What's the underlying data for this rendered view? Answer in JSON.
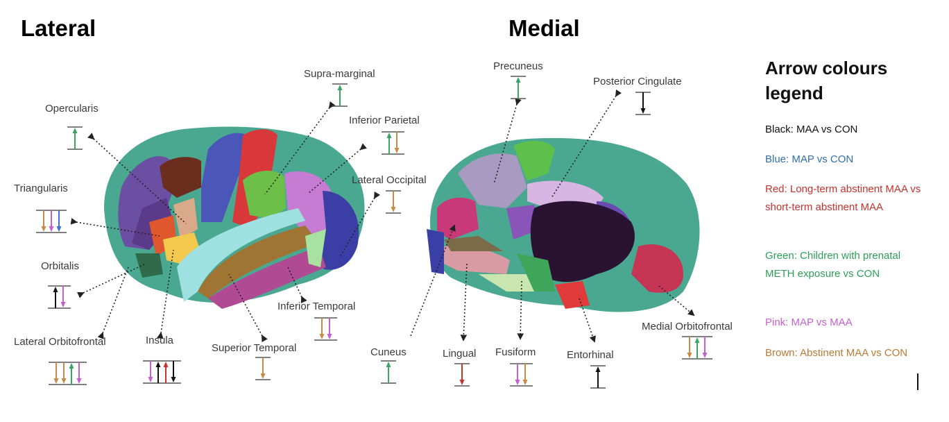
{
  "headings": {
    "lateral": "Lateral",
    "medial": "Medial"
  },
  "legend": {
    "title": "Arrow colours legend",
    "items": [
      {
        "text": "Black: MAA vs CON",
        "color": "#111111"
      },
      {
        "text": "Blue: MAP vs CON",
        "color": "#2f6fb0"
      },
      {
        "text": "Red: Long-term abstinent MAA vs short-term abstinent MAA",
        "color": "#c8312c"
      },
      {
        "text": "Green: Children with prenatal METH exposure vs CON",
        "color": "#2e9e57"
      },
      {
        "text": "Pink: MAP vs MAA",
        "color": "#c65fcf"
      },
      {
        "text": "Brown: Abstinent MAA vs CON",
        "color": "#b97a35"
      }
    ]
  },
  "colors": {
    "black": "#111111",
    "blue": "#3f6fd0",
    "red": "#c8312c",
    "green": "#3aa563",
    "pink": "#c65fcf",
    "brown": "#c98a45"
  },
  "regions": {
    "opercularis": {
      "label": "Opercularis",
      "arrows": [
        [
          "green",
          "up"
        ]
      ]
    },
    "triangularis": {
      "label": "Triangularis",
      "arrows": [
        [
          "brown",
          "down"
        ],
        [
          "pink",
          "down"
        ],
        [
          "blue",
          "down"
        ]
      ]
    },
    "orbitalis": {
      "label": "Orbitalis",
      "arrows": [
        [
          "black",
          "up"
        ],
        [
          "pink",
          "down"
        ]
      ]
    },
    "lateral_orbitofrontal": {
      "label": "Lateral Orbitofrontal",
      "arrows": [
        [
          "brown",
          "down"
        ],
        [
          "brown",
          "down"
        ],
        [
          "green",
          "up"
        ],
        [
          "pink",
          "down"
        ]
      ]
    },
    "insula": {
      "label": "Insula",
      "arrows": [
        [
          "pink",
          "down"
        ],
        [
          "black",
          "up"
        ],
        [
          "red",
          "up"
        ],
        [
          "black",
          "down"
        ]
      ]
    },
    "superior_temporal": {
      "label": "Superior Temporal",
      "arrows": [
        [
          "brown",
          "down"
        ]
      ]
    },
    "inferior_temporal": {
      "label": "Inferior Temporal",
      "arrows": [
        [
          "brown",
          "down"
        ],
        [
          "pink",
          "down"
        ]
      ]
    },
    "supramarginal": {
      "label": "Supra-marginal",
      "arrows": [
        [
          "green",
          "up"
        ]
      ]
    },
    "inferior_parietal": {
      "label": "Inferior Parietal",
      "arrows": [
        [
          "green",
          "up"
        ],
        [
          "brown",
          "down"
        ]
      ]
    },
    "lateral_occipital": {
      "label": "Lateral Occipital",
      "arrows": [
        [
          "brown",
          "down"
        ]
      ]
    },
    "precuneus": {
      "label": "Precuneus",
      "arrows": [
        [
          "green",
          "up"
        ]
      ]
    },
    "posterior_cingulate": {
      "label": "Posterior Cingulate",
      "arrows": [
        [
          "black",
          "down"
        ]
      ]
    },
    "cuneus": {
      "label": "Cuneus",
      "arrows": [
        [
          "green",
          "up"
        ]
      ]
    },
    "lingual": {
      "label": "Lingual",
      "arrows": [
        [
          "red",
          "down"
        ]
      ]
    },
    "fusiform": {
      "label": "Fusiform",
      "arrows": [
        [
          "pink",
          "down"
        ],
        [
          "brown",
          "down"
        ]
      ]
    },
    "entorhinal": {
      "label": "Entorhinal",
      "arrows": [
        [
          "black",
          "up"
        ]
      ]
    },
    "medial_orbitofrontal": {
      "label": "Medial Orbitofrontal",
      "arrows": [
        [
          "brown",
          "down"
        ],
        [
          "green",
          "up"
        ],
        [
          "pink",
          "down"
        ]
      ]
    }
  }
}
